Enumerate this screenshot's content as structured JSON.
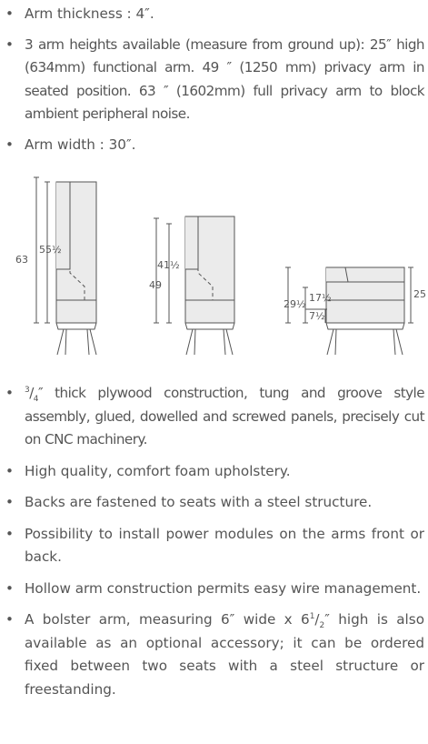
{
  "specs_top": [
    {
      "text": "Arm thickness : 4″."
    },
    {
      "text": "3 arm heights available (measure from ground up): 25″ high (634mm) functional arm. 49 ″ (1250 mm) privacy arm in seated position. 63 ″ (1602mm) full privacy arm to block ambient peripheral noise."
    },
    {
      "text": "Arm width : 30″."
    }
  ],
  "diagram": {
    "chair_tall": {
      "total": "63",
      "arm": "55½"
    },
    "chair_mid": {
      "total": "49",
      "arm": "41½"
    },
    "chair_low": {
      "arm_total": "25",
      "back": "29½",
      "back_arm": "17½",
      "seat": "7½"
    },
    "line_color": "#555555",
    "fill_color": "#ebebeb"
  },
  "specs_bottom": [
    {
      "frac_num": "3",
      "frac_den": "4",
      "text": "″ thick plywood construction, tung and groove style assembly, glued, dowelled and screwed panels, precisely cut on CNC machinery."
    },
    {
      "text": "High quality, comfort foam upholstery."
    },
    {
      "text": "Backs are fastened to seats with a steel structure."
    },
    {
      "text": "Possibility to install power modules on the arms front or back."
    },
    {
      "text": "Hollow arm construction permits easy wire management."
    },
    {
      "text_before": "A bolster arm, measuring 6″ wide x 6",
      "frac_num": "1",
      "frac_den": "2",
      "text_after": "″ high is also available as an optional accessory; it can be ordered fixed between two seats with a steel structure or freestanding."
    }
  ]
}
